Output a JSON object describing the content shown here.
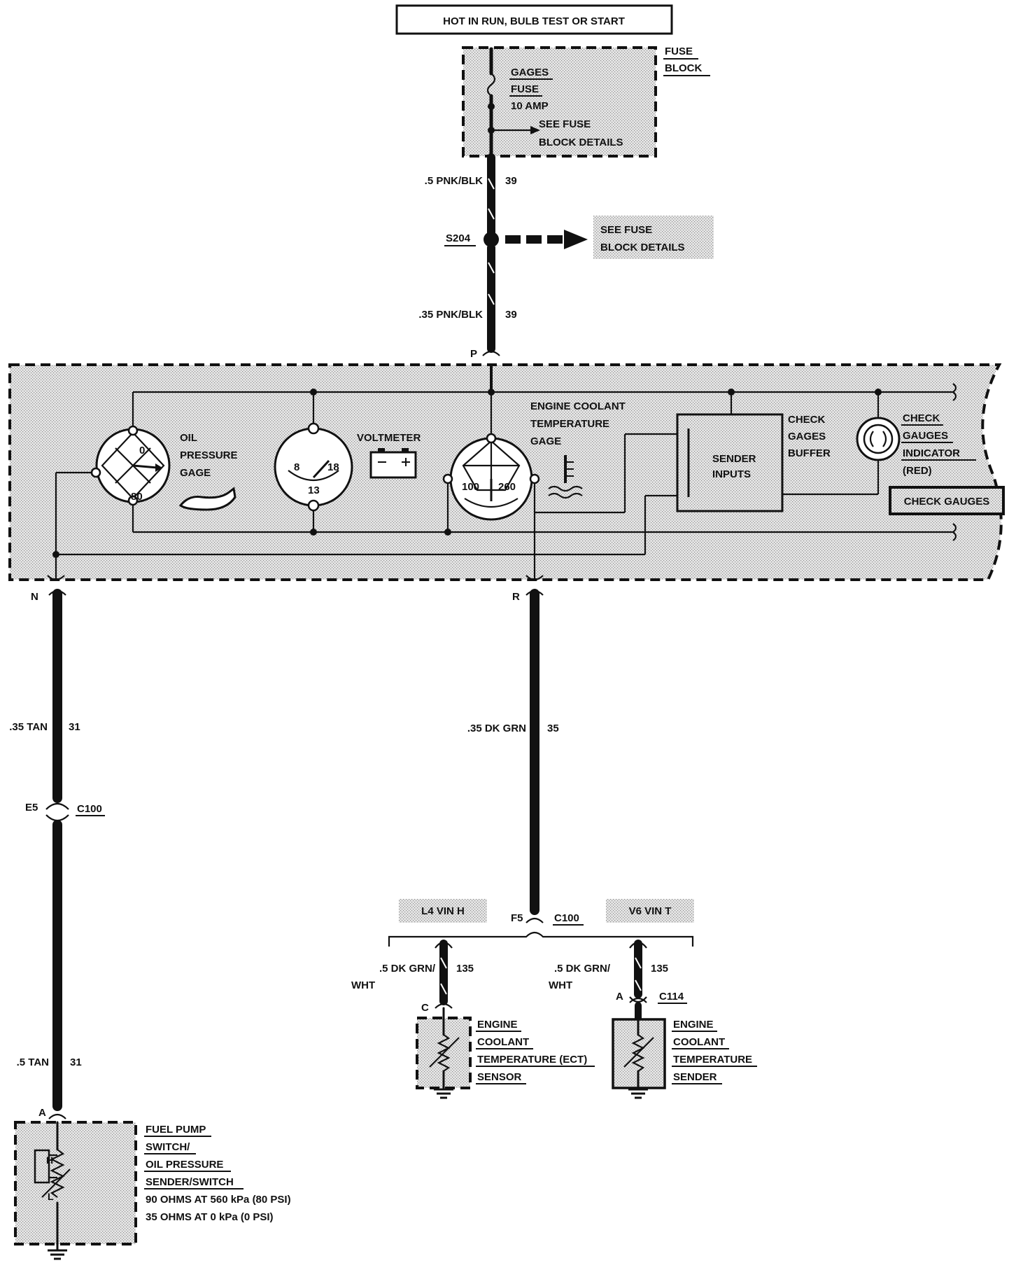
{
  "power_note": "HOT IN RUN, BULB TEST OR START",
  "fuse_block": {
    "title_l1": "FUSE",
    "title_l2": "BLOCK",
    "fuse_l1": "GAGES",
    "fuse_l2": "FUSE",
    "fuse_rating": "10 AMP",
    "detail_l1": "SEE FUSE",
    "detail_l2": "BLOCK DETAILS"
  },
  "splice": {
    "id": "S204",
    "note_l1": "SEE FUSE",
    "note_l2": "BLOCK DETAILS"
  },
  "wires": {
    "w_top": {
      "gauge": ".5 PNK/BLK",
      "circuit": "39"
    },
    "w_mid": {
      "gauge": ".35 PNK/BLK",
      "circuit": "39"
    },
    "w_oil_upper": {
      "gauge": ".35 TAN",
      "circuit": "31"
    },
    "w_oil_lower": {
      "gauge": ".5 TAN",
      "circuit": "31"
    },
    "w_coolant": {
      "gauge": ".35 DK GRN",
      "circuit": "35"
    },
    "w_ect_l1": ".5 DK GRN/",
    "w_ect_l2": "WHT",
    "w_ect_circuit": "135",
    "w_v6_l1": ".5 DK GRN/",
    "w_v6_l2": "WHT",
    "w_v6_circuit": "135"
  },
  "cluster": {
    "pin_top": "P",
    "pin_left": "N",
    "pin_right": "R",
    "oil_gauge": {
      "l1": "OIL",
      "l2": "PRESSURE",
      "l3": "GAGE",
      "min": "0",
      "max": "80"
    },
    "voltmeter": {
      "label": "VOLTMETER",
      "low": "8",
      "high": "18",
      "mid": "13"
    },
    "coolant_gauge": {
      "l1": "ENGINE COOLANT",
      "l2": "TEMPERATURE",
      "l3": "GAGE",
      "low": "100",
      "high": "260"
    },
    "sender_inputs_l1": "SENDER",
    "sender_inputs_l2": "INPUTS",
    "buffer": {
      "l1": "CHECK",
      "l2": "GAGES",
      "l3": "BUFFER"
    },
    "indicator": {
      "l1": "CHECK",
      "l2": "GAUGES",
      "l3": "INDICATOR",
      "l4": "(RED)"
    },
    "warning_label": "CHECK GAUGES"
  },
  "connectors": {
    "e5": "E5",
    "c100_oil": "C100",
    "f5": "F5",
    "c100_cool": "C100",
    "pin_c": "C",
    "pin_a_v6": "A",
    "c114": "C114",
    "pin_a_oil": "A"
  },
  "options": {
    "l4": "L4 VIN H",
    "v6": "V6 VIN T"
  },
  "ect_sensor": {
    "l1": "ENGINE",
    "l2": "COOLANT",
    "l3": "TEMPERATURE (ECT)",
    "l4": "SENSOR"
  },
  "coolant_sender": {
    "l1": "ENGINE",
    "l2": "COOLANT",
    "l3": "TEMPERATURE",
    "l4": "SENDER"
  },
  "oil_switch": {
    "l1": "FUEL PUMP",
    "l2": "SWITCH/",
    "l3": "OIL PRESSURE",
    "l4": "SENDER/SWITCH",
    "spec1": "90 OHMS AT 560 kPa (80 PSI)",
    "spec2": "35 OHMS AT 0 kPa (0 PSI)",
    "high": "H",
    "low": "L"
  }
}
